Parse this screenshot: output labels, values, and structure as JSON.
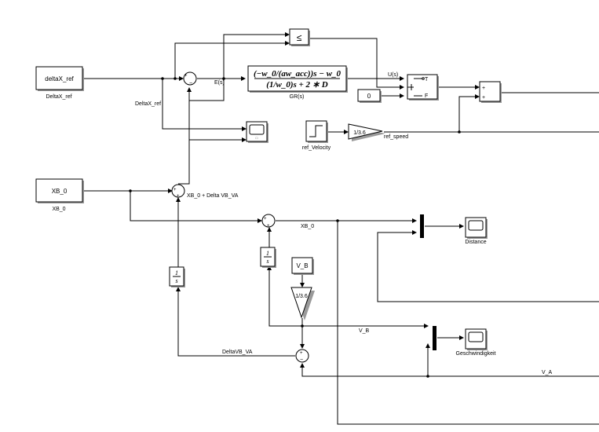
{
  "blocks": {
    "deltaX_ref": {
      "text": "deltaX_ref",
      "name": "DeltaX_ref"
    },
    "XB_0": {
      "text": "XB_0",
      "name": "XB_0"
    },
    "relational": {
      "text": "≤"
    },
    "transfer_fcn": {
      "numerator": "(−w_0/(aw_acc))s − w_0",
      "denominator": "(1/w_0)s + 2 ∗ D",
      "name": "GR(s)"
    },
    "switch": {
      "labels": [
        "T",
        "F"
      ]
    },
    "const_zero": {
      "text": "0"
    },
    "ref_velocity": {
      "name": "ref_Velocity"
    },
    "gain_ref": {
      "text": "1/3.6"
    },
    "gain_vb": {
      "text": "1/3.6"
    },
    "vb_const": {
      "text": "V_B"
    },
    "integrator1": {
      "num": "1",
      "den": "s"
    },
    "integrator2": {
      "num": "1",
      "den": "s"
    },
    "scope_distance": {
      "name": "Distance"
    },
    "scope_speed": {
      "name": "Geschwindigkeit"
    }
  },
  "signals": {
    "deltaX_ref": "DeltaX_ref",
    "e_s": "E(s)",
    "u_s": "U(s)",
    "ref_speed": "ref_speed",
    "xb_delta": "XB_0 + Delta VB_VA",
    "xb_0": "XB_0",
    "v_b": "V_B",
    "delta_vb_va": "DeltaVB_VA",
    "v_a": "V_A"
  },
  "signs": {
    "plus": "+",
    "minus": "−"
  }
}
